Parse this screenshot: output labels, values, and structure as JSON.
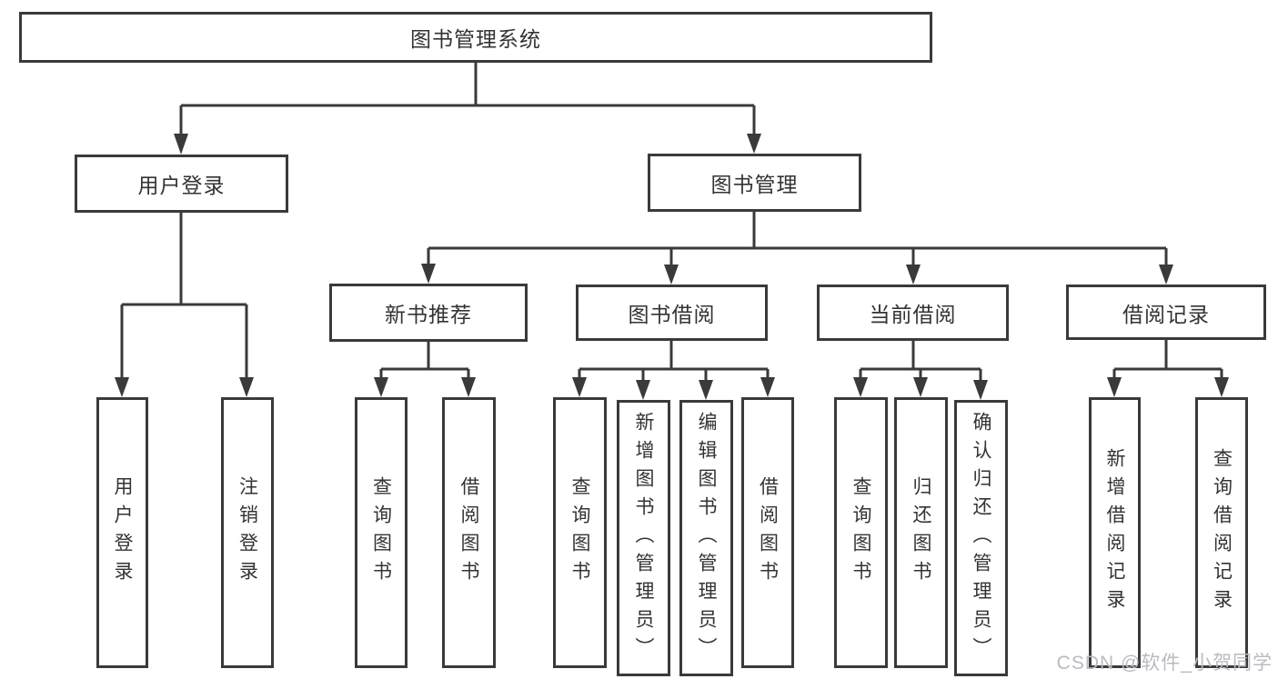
{
  "diagram": {
    "title": "图书管理系统",
    "level2": {
      "user_login": "用户登录",
      "book_mgmt": "图书管理"
    },
    "level3": {
      "new_books": "新书推荐",
      "book_borrow": "图书借阅",
      "current_borrow": "当前借阅",
      "borrow_records": "借阅记录"
    },
    "leaves": {
      "user_login": [
        "用户登录",
        "注销登录"
      ],
      "new_books": [
        "查询图书",
        "借阅图书"
      ],
      "book_borrow": [
        "查询图书",
        "新增图书（管理员）",
        "编辑图书（管理员）",
        "借阅图书"
      ],
      "current_borrow": [
        "查询图书",
        "归还图书",
        "确认归还（管理员）"
      ],
      "borrow_records": [
        "新增借阅记录",
        "查询借阅记录"
      ]
    }
  },
  "watermark": {
    "text": "CSDN @软件_小贺同学"
  },
  "colors": {
    "line": "#3a3a3a",
    "text": "#333333",
    "box_background": "#ffffff",
    "watermark": "#b8bbc0"
  }
}
